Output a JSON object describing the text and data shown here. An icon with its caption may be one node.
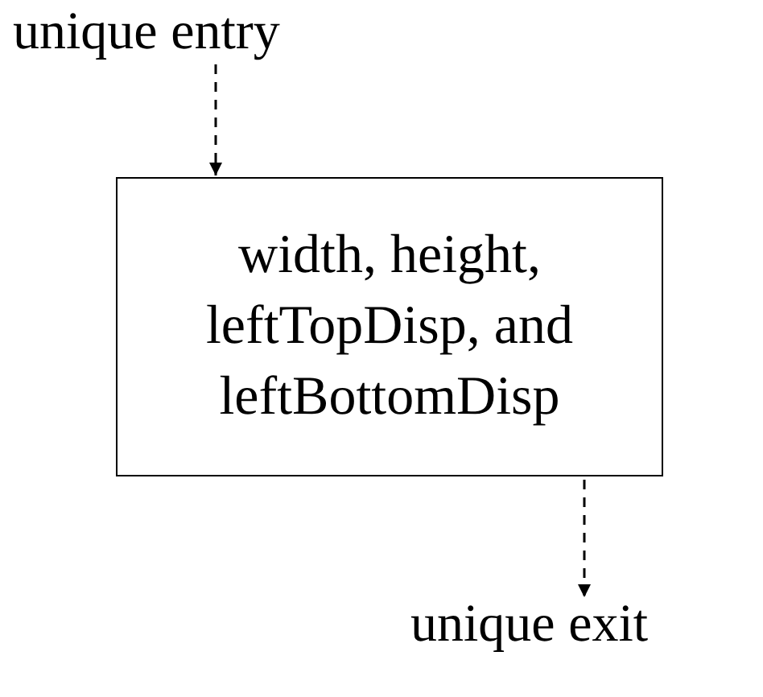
{
  "diagram": {
    "nodes": [
      {
        "text": [
          "unique entry"
        ]
      },
      {
        "text": [
          "width, height, leftTopDisp, and leftBottomDisp"
        ]
      },
      {
        "text": [
          "unique exit"
        ]
      }
    ],
    "edges": [
      {
        "from": 0,
        "to": 1,
        "arrow": "to",
        "style": "dashed"
      },
      {
        "from": 1,
        "to": 2,
        "arrow": "to",
        "style": "dashed"
      }
    ]
  }
}
